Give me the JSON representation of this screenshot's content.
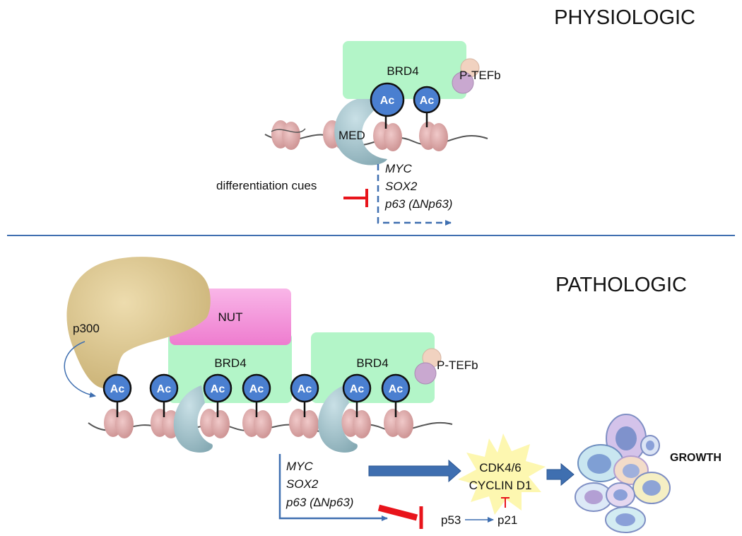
{
  "top": {
    "title": "PHYSIOLOGIC",
    "brd4_label": "BRD4",
    "ptefb_label": "P-TEFb",
    "med_label": "MED",
    "ac_label": "Ac",
    "cue_label": "differentiation cues",
    "genes": [
      "MYC",
      "SOX2",
      "p63 (∆Np63)"
    ]
  },
  "bottom": {
    "title": "PATHOLOGIC",
    "p300_label": "p300",
    "nut_label": "NUT",
    "brd4_left_label": "BRD4",
    "brd4_right_label": "BRD4",
    "ptefb_label": "P-TEFb",
    "ac_label": "Ac",
    "genes": [
      "MYC",
      "SOX2",
      "p63 (∆Np63)"
    ],
    "cdk_label": "CDK4/6",
    "cyclin_label": "CYCLIN D1",
    "p53_label": "p53",
    "p21_label": "p21",
    "growth_label": "GROWTH"
  },
  "colors": {
    "divider": "#3f6fb0",
    "brd4": "#b3f5c8",
    "nut": "#f48ad8",
    "p300": "#dcc68f",
    "med": "#9cc0c8",
    "ac": "#4a7fd0",
    "nucleosome": "#d9a3a3",
    "arrow_blue": "#3f6fb0",
    "inhibit_red": "#e8141b",
    "starburst": "#fdf7b0"
  }
}
